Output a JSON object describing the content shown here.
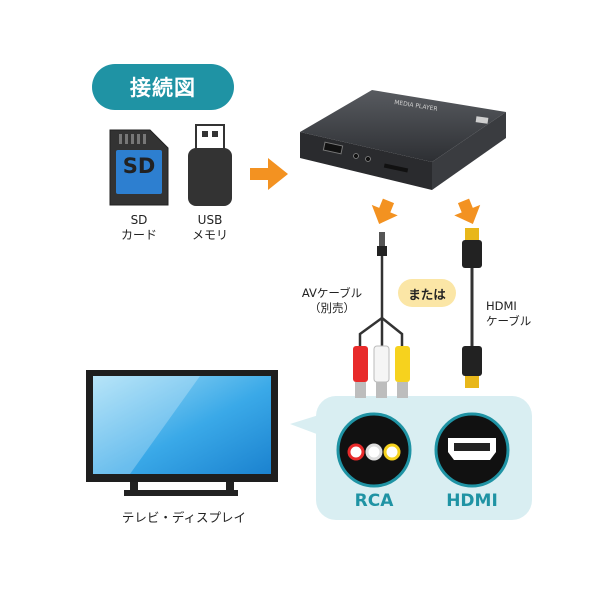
{
  "title": "接続図",
  "sources": {
    "sd": {
      "icon_text": "SD",
      "label_line1": "SD",
      "label_line2": "カード"
    },
    "usb": {
      "label_line1": "USB",
      "label_line2": "メモリ"
    }
  },
  "device": {
    "brand_text": "MEDIA PLAYER"
  },
  "or_label": "または",
  "cables": {
    "av": {
      "line1": "AVケーブル",
      "line2": "（別売）"
    },
    "hdmi": {
      "line1": "HDMI",
      "line2": "ケーブル"
    }
  },
  "ports": {
    "rca": "RCA",
    "hdmi": "HDMI"
  },
  "tv_label": "テレビ・ディスプレイ",
  "colors": {
    "accent": "#1f93a4",
    "arrow": "#f39221",
    "panel": "#d9eef2",
    "or_badge": "#fbe6a6"
  }
}
